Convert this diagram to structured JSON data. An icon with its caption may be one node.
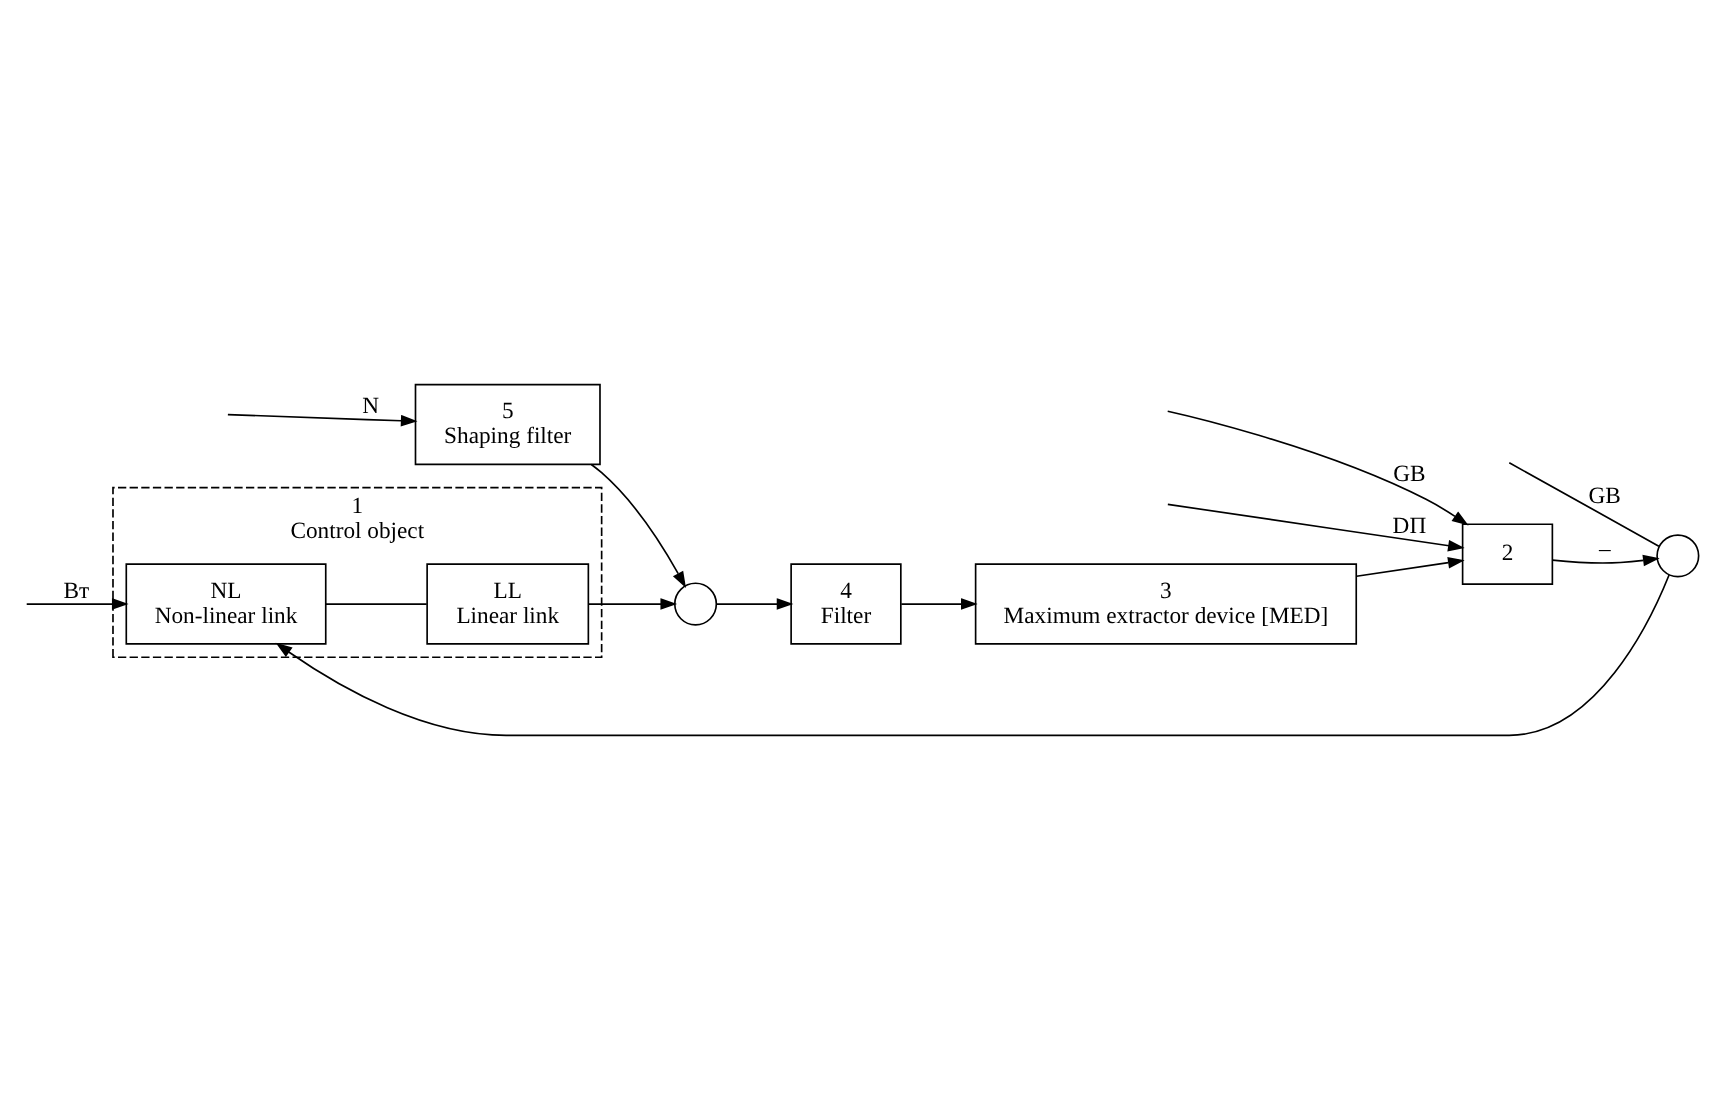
{
  "diagram": {
    "nodes": [
      {
        "text": [
          "1",
          "Control object"
        ]
      },
      {
        "text": [
          "NL",
          "Non-linear link"
        ],
        "in": 0
      },
      {
        "text": [
          "LL",
          "Linear link"
        ],
        "in": 0
      },
      {
        "text": [],
        "shape": "circle"
      },
      {
        "text": [],
        "shape": "circle"
      },
      {
        "text": [
          "5",
          "Shaping filter"
        ]
      },
      {
        "text": [
          "4",
          "Filter"
        ]
      },
      {
        "text": [
          "3",
          "Maximum extractor device [MED]"
        ]
      },
      {
        "text": [
          "2"
        ]
      }
    ],
    "edges": [
      {
        "from": null,
        "to": 1,
        "arrow": "to",
        "label": "Вт"
      },
      {
        "from": null,
        "to": 3,
        "arrow": "none",
        "label": "GВ"
      },
      {
        "from": 3,
        "to": 1,
        "arrow": "to"
      },
      {
        "from": 1,
        "to": 2,
        "arrow": "none"
      },
      {
        "from": 2,
        "to": 4,
        "arrow": "to"
      },
      {
        "from": null,
        "to": 5,
        "arrow": "to",
        "label": "N"
      },
      {
        "from": 5,
        "to": 4,
        "arrow": "to"
      },
      {
        "from": 4,
        "to": 6,
        "arrow": "to"
      },
      {
        "from": 6,
        "to": 7,
        "arrow": "to"
      },
      {
        "from": 7,
        "to": 8,
        "arrow": "to"
      },
      {
        "from": null,
        "to": 8,
        "arrow": "to",
        "label": "GВ"
      },
      {
        "from": null,
        "to": 8,
        "arrow": "to",
        "label": "DП"
      },
      {
        "from": 8,
        "to": 3,
        "arrow": "to",
        "label": "–"
      }
    ]
  }
}
